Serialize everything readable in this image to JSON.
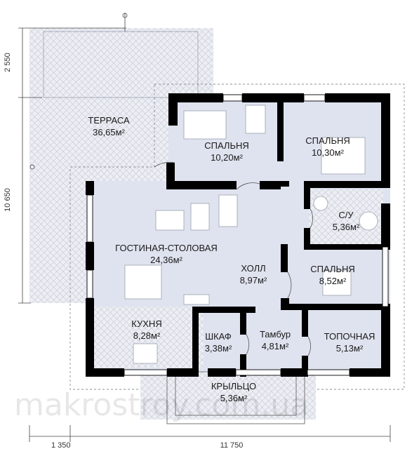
{
  "colors": {
    "wall": "#000000",
    "floor": "#dfe3ef",
    "terrace_hatch": "#bfc4cf",
    "dimension": "#444444"
  },
  "dimensions": {
    "terrace_depth": "2 550",
    "house_depth": "10 650",
    "terrace_offset": "1 350",
    "house_width": "11 750"
  },
  "rooms": {
    "terrace": {
      "name": "ТЕРРАСА",
      "area": "36,65м²"
    },
    "bedroom1": {
      "name": "СПАЛЬНЯ",
      "area": "10,20м²"
    },
    "bedroom2": {
      "name": "СПАЛЬНЯ",
      "area": "10,30м²"
    },
    "bathroom": {
      "name": "С/У",
      "area": "5,36м²"
    },
    "living": {
      "name": "ГОСТИНАЯ-СТОЛОВАЯ",
      "area": "24,36м²"
    },
    "hall": {
      "name": "ХОЛЛ",
      "area": "8,97м²"
    },
    "bedroom3": {
      "name": "СПАЛЬНЯ",
      "area": "8,52м²"
    },
    "kitchen": {
      "name": "КУХНЯ",
      "area": "8,28м²"
    },
    "closet": {
      "name": "ШКАФ",
      "area": "3,38м²"
    },
    "vestibule": {
      "name": "Тамбур",
      "area": "4,81м²"
    },
    "boiler": {
      "name": "ТОПОЧНАЯ",
      "area": "5,13м²"
    },
    "porch": {
      "name": "КРЫЛЬЦО",
      "area": "5,36м²"
    }
  },
  "watermark": "makrostroy.com.ua"
}
